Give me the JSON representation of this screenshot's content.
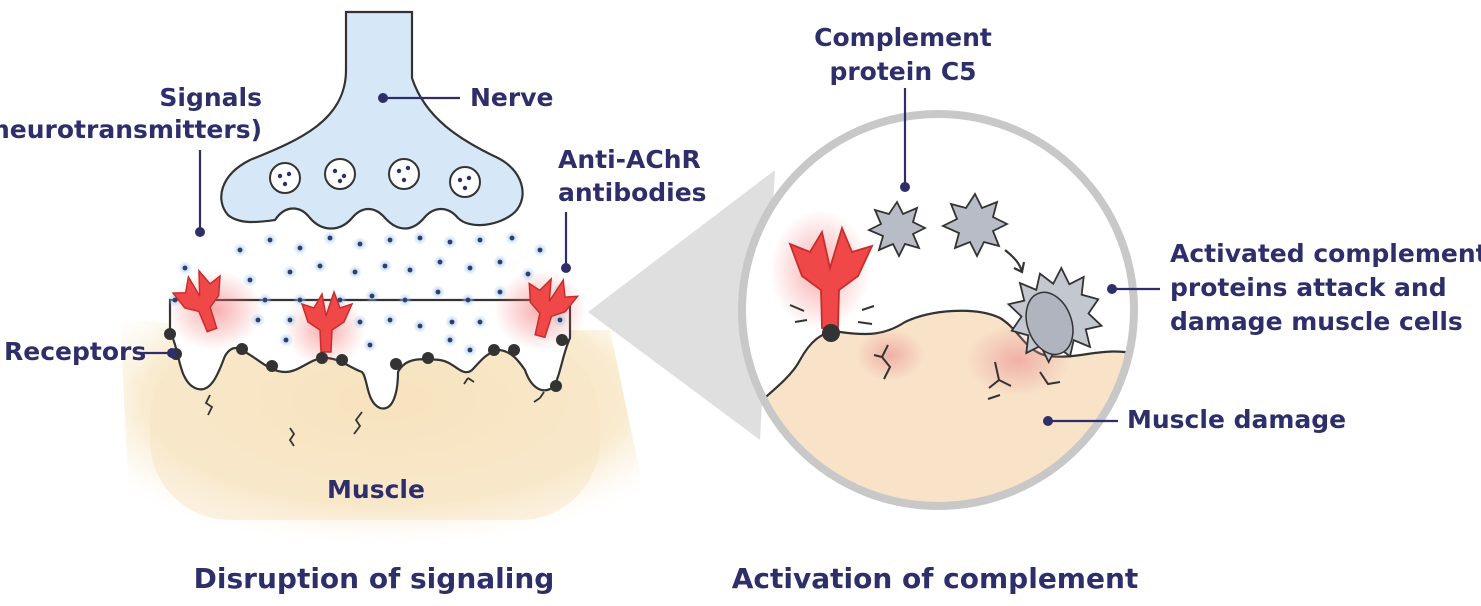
{
  "labels": {
    "nerve": "Nerve",
    "signals_line1": "Signals",
    "signals_line2": "(neurotransmitters)",
    "antibodies_line1": "Anti-AChR",
    "antibodies_line2": "antibodies",
    "receptors": "Receptors",
    "muscle": "Muscle",
    "complement_line1": "Complement",
    "complement_line2": "protein C5",
    "activated_line1": "Activated complement",
    "activated_line2": "proteins attack and",
    "activated_line3": "damage muscle cells",
    "muscle_damage": "Muscle damage"
  },
  "captions": {
    "left": "Disruption of signaling",
    "right": "Activation of complement"
  },
  "colors": {
    "label_text": "#2e2e6b",
    "nerve_fill": "#d6e8f7",
    "muscle_fill": "#f8e6c6",
    "antibody_red": "#f04848",
    "complement_gray": "#b8bcc6",
    "magnifier_gray": "#d9d9d9"
  }
}
